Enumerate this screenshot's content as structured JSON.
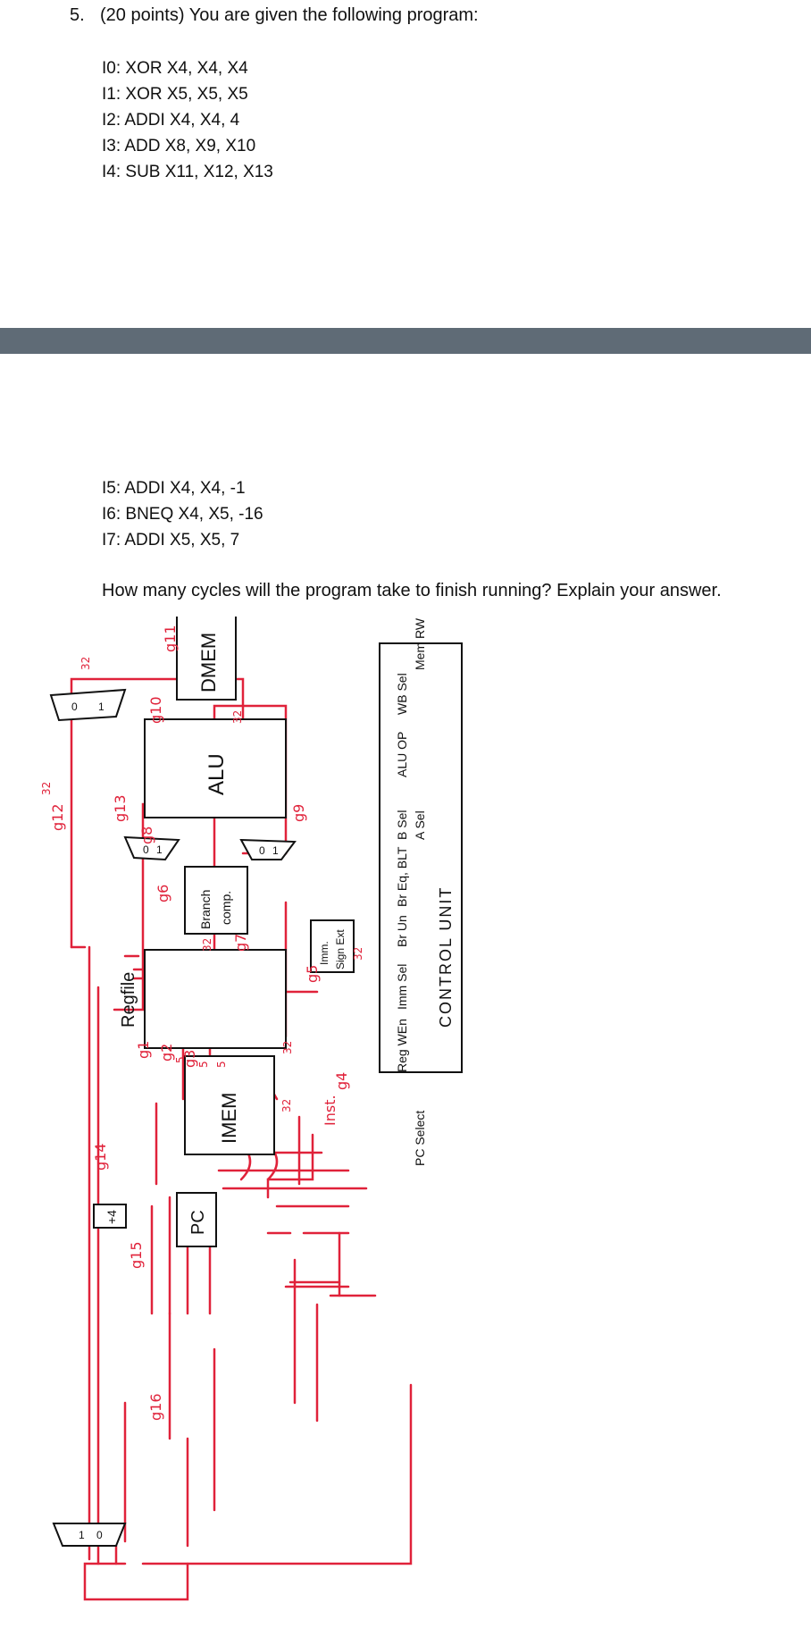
{
  "question": {
    "number": "5.",
    "text": "(20 points) You are given the following program:"
  },
  "program_part1": [
    "I0: XOR X4, X4, X4",
    "I1: XOR X5, X5, X5",
    "I2: ADDI X4, X4, 4",
    "I3: ADD X8, X9, X10",
    "I4: SUB X11, X12, X13"
  ],
  "program_part2": [
    "I5: ADDI X4, X4, -1",
    "I6: BNEQ X4, X5, -16",
    "I7: ADDI X5, X5, 7"
  ],
  "prompt": "How many cycles will the program take to finish running? Explain your answer.",
  "diagram": {
    "blocks": {
      "dmem": "DMEM",
      "alu": "ALU",
      "regfile": "Regfile",
      "imem": "IMEM",
      "pc": "PC",
      "branch_comp_1": "Branch",
      "branch_comp_2": "comp.",
      "imm_1": "Imm.",
      "imm_2": "Sign Ext",
      "plus4": "+4",
      "control_unit": "CONTROL UNIT"
    },
    "control_signals": [
      "PC Select",
      "Reg WEn",
      "Imm Sel",
      "Br Un",
      "Br Eq, BLT",
      "B Sel",
      "A Sel",
      "ALU OP",
      "WB Sel",
      "Mem RW"
    ],
    "wire_labels": [
      "g1",
      "g2",
      "g3",
      "g4",
      "g5",
      "g6",
      "g7",
      "g8",
      "g9",
      "g10",
      "g11",
      "g12",
      "g13",
      "g14",
      "g15",
      "g16"
    ],
    "bus_widths": [
      "32",
      "32",
      "32",
      "32",
      "5",
      "5",
      "5",
      "32",
      "32",
      "32"
    ],
    "inst_label": "Inst.",
    "mux_labels": [
      "0",
      "1"
    ]
  }
}
